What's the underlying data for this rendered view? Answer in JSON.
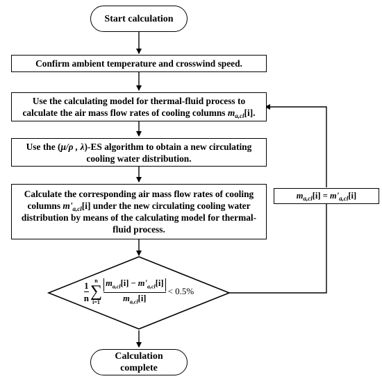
{
  "start": "Start calculation",
  "step1": "Confirm ambient temperature and crosswind speed.",
  "step2": {
    "line1": "Use the calculating model for thermal-fluid process to",
    "line2_pre": "calculate the air mass flow rates of cooling columns ",
    "var": "m",
    "var_sub": "a,cl",
    "idx": "[i]",
    "end": "."
  },
  "step3": {
    "pre": "Use the (",
    "params": "μ/ρ , λ",
    "post1": ")-ES algorithm to obtain a new circulating",
    "line2": "cooling water distribution."
  },
  "step4": {
    "line1": "Calculate the corresponding air mass flow rates of cooling",
    "line2_pre": "columns ",
    "var": "m'",
    "var_sub": "a,cl",
    "line2_post": "[i] under the new circulating cooling water",
    "line3": "distribution by means of the calculating model for thermal-",
    "line4": "fluid process."
  },
  "decision": {
    "one": "1",
    "n": "n",
    "sum_top": "n",
    "sum_bottom": "i=1",
    "sigma": "∑",
    "m": "m",
    "m_sub": "a,cl",
    "idx": "[i]",
    "minus": " − ",
    "m_prime": "m'",
    "threshold": "< 0.5%"
  },
  "feedback": {
    "lhs_var": "m",
    "lhs_sub": "a,cl",
    "lhs_idx": "[i] = ",
    "rhs_var": "m'",
    "rhs_sub": "a,cl",
    "rhs_idx": "[i]"
  },
  "end": "Calculation complete"
}
